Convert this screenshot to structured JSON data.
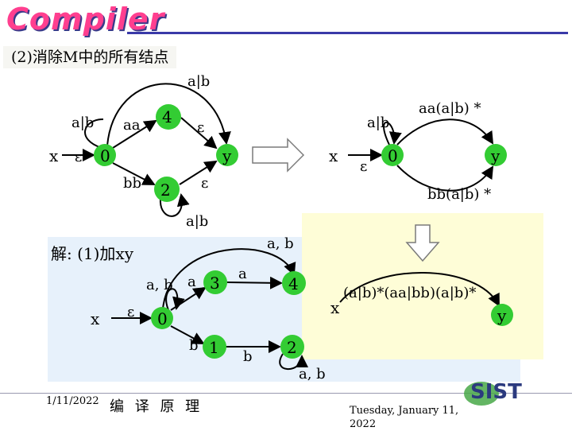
{
  "header": {
    "logo_text": "Compiler",
    "subtitle": "(2)消除M中的所有结点"
  },
  "top_left_diagram": {
    "nodes": [
      "x",
      "0",
      "4",
      "2",
      "y"
    ],
    "labels": {
      "top_loop": "a|b",
      "loop_0": "a|b",
      "x_to_0": "ε",
      "zero_to_4": "aa",
      "four_to_y": "ε",
      "zero_to_2": "bb",
      "two_to_y": "ε",
      "loop_2": "a|b"
    }
  },
  "top_right_diagram": {
    "nodes": [
      "x",
      "0",
      "y"
    ],
    "labels": {
      "loop_0": "a|b",
      "top_arc": "aa(a|b) *",
      "x_to_0": "ε",
      "bottom_arc": "bb(a|b) *"
    }
  },
  "solution_diagram": {
    "heading": "解: (1)加xy",
    "nodes": [
      "x",
      "0",
      "3",
      "1",
      "4",
      "2"
    ],
    "labels": {
      "top_loop": "a, b",
      "loop_0": "a, b",
      "x_to_0": "ε",
      "zero_to_3": "a",
      "three_to_4": "a",
      "zero_to_1": "b",
      "one_to_2": "b",
      "loop_2": "a, b"
    }
  },
  "result_diagram": {
    "nodes": [
      "x",
      "y"
    ],
    "arc_label": "(a|b)*(aa|bb)(a|b)*"
  },
  "footer": {
    "date": "1/11/2022",
    "course": "编 译 原 理",
    "day": "Tuesday, January 11, 2022",
    "brand": "SIST"
  },
  "colors": {
    "logo": "#ff3f8f",
    "rule": "#3a3aa8",
    "node_fill": "#33cc33",
    "blue_panel": "#e7f1fb",
    "yellow_panel": "#fefdd7"
  }
}
